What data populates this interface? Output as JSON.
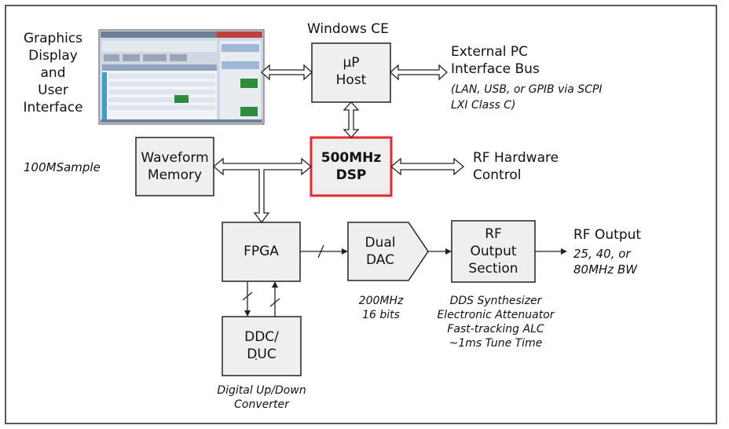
{
  "labels": {
    "graphics": [
      "Graphics",
      "Display",
      "and",
      "User",
      "Interface"
    ],
    "windows_ce": "Windows CE",
    "up_host": [
      "µP",
      "Host"
    ],
    "ext_pc": [
      "External PC",
      "Interface Bus"
    ],
    "ext_pc_note": [
      "(LAN, USB, or GPIB via SCPI",
      "LXI Class C)"
    ],
    "waveform_memory": [
      "Waveform",
      "Memory"
    ],
    "memory_note": "100MSample",
    "dsp": [
      "500MHz",
      "DSP"
    ],
    "rf_hw": [
      "RF Hardware",
      "Control"
    ],
    "fpga": "FPGA",
    "dac": [
      "Dual",
      "DAC"
    ],
    "dac_note": [
      "200MHz",
      "16 bits"
    ],
    "rf_section": [
      "RF",
      "Output",
      "Section"
    ],
    "rf_output": "RF Output",
    "rf_output_note": [
      "25, 40, or",
      "80MHz BW"
    ],
    "rf_section_note": [
      "DDS Synthesizer",
      "Electronic Attenuator",
      "Fast-tracking ALC",
      "~1ms Tune Time"
    ],
    "ddc": [
      "DDC/",
      "DUC"
    ],
    "ddc_note": [
      "Digital Up/Down",
      "Converter"
    ]
  },
  "colors": {
    "block_fill": "#efefef",
    "dsp_border": "#e8282f",
    "screen_green": "#2d8c3c",
    "screen_blue": "#9fb8d8"
  }
}
